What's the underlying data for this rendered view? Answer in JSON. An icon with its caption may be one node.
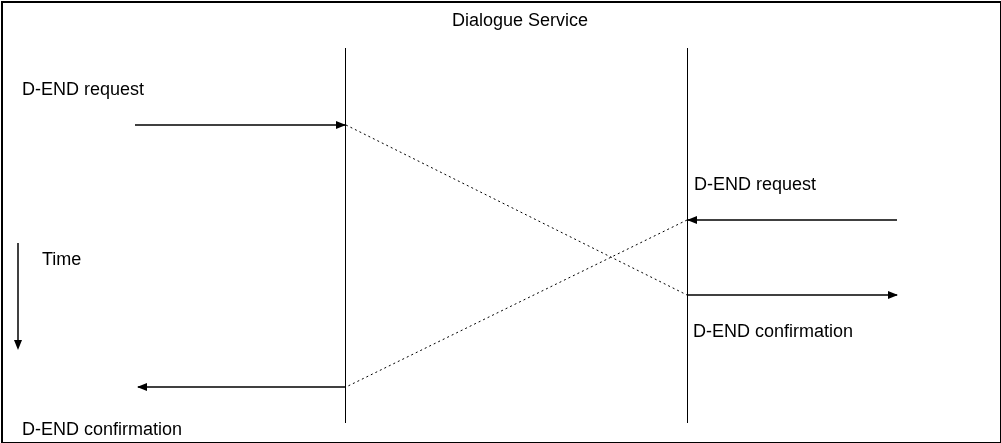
{
  "diagram": {
    "title": "Dialogue Service",
    "nodes": [
      {
        "text": [],
        "shape": "bar"
      },
      {
        "text": [],
        "shape": "bar"
      }
    ],
    "edges": [
      {
        "from": null,
        "to": 0,
        "arrow": "to",
        "label": "D-END request"
      },
      {
        "from": 0,
        "to": 1,
        "arrow": "none",
        "style": "dashed"
      },
      {
        "from": 1,
        "to": null,
        "arrow": "to",
        "label": "D-END confirmation"
      },
      {
        "from": null,
        "to": 1,
        "arrow": "to",
        "label": "D-END request"
      },
      {
        "from": 1,
        "to": 0,
        "arrow": "none",
        "style": "dashed"
      },
      {
        "from": 0,
        "to": null,
        "arrow": "to",
        "label": "D-END confirmation"
      }
    ],
    "labels": [
      "Time"
    ]
  }
}
